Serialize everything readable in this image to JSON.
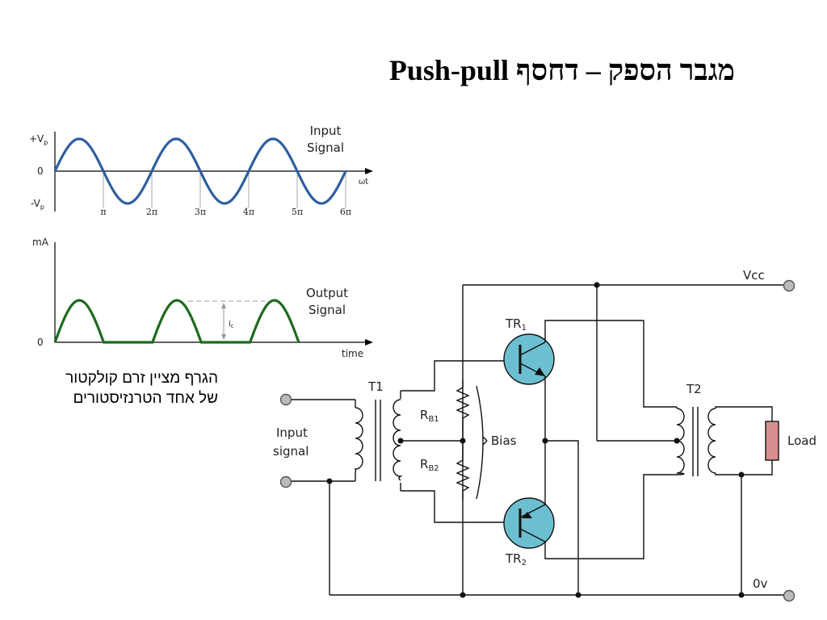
{
  "title": "מגבר הספק – דחסף Push-pull",
  "caption": {
    "line1": "הגרף מציין זרם קולקטור",
    "line2": "של אחד הטרנזיסטורים"
  },
  "input_graph": {
    "ytick_top": "+V",
    "ytick_top_sub": "p",
    "ytick_zero": "0",
    "ytick_bottom": "-V",
    "ytick_bottom_sub": "p",
    "xlabel": "ωt",
    "xticks": [
      "π",
      "2π",
      "3π",
      "4π",
      "5π",
      "6π"
    ],
    "label_line1": "Input",
    "label_line2": "Signal",
    "wave_color": "#2e5f9e"
  },
  "output_graph": {
    "ylabel": "mA",
    "ytick_zero": "0",
    "xlabel": "time",
    "label_line1": "Output",
    "label_line2": "Signal",
    "ic_label": "i",
    "ic_sub": "c",
    "wave_color": "#1e6b1e"
  },
  "circuit": {
    "vcc": "Vcc",
    "gnd": "0v",
    "t1": "T1",
    "t2": "T2",
    "tr1": "TR",
    "tr1_sub": "1",
    "tr2": "TR",
    "tr2_sub": "2",
    "rb1": "R",
    "rb1_sub": "B1",
    "rb2": "R",
    "rb2_sub": "B2",
    "bias": "Bias",
    "input_line1": "Input",
    "input_line2": "signal",
    "load": "Load",
    "transistor_fill": "#6cbfd0",
    "load_fill": "#d98f8f"
  }
}
